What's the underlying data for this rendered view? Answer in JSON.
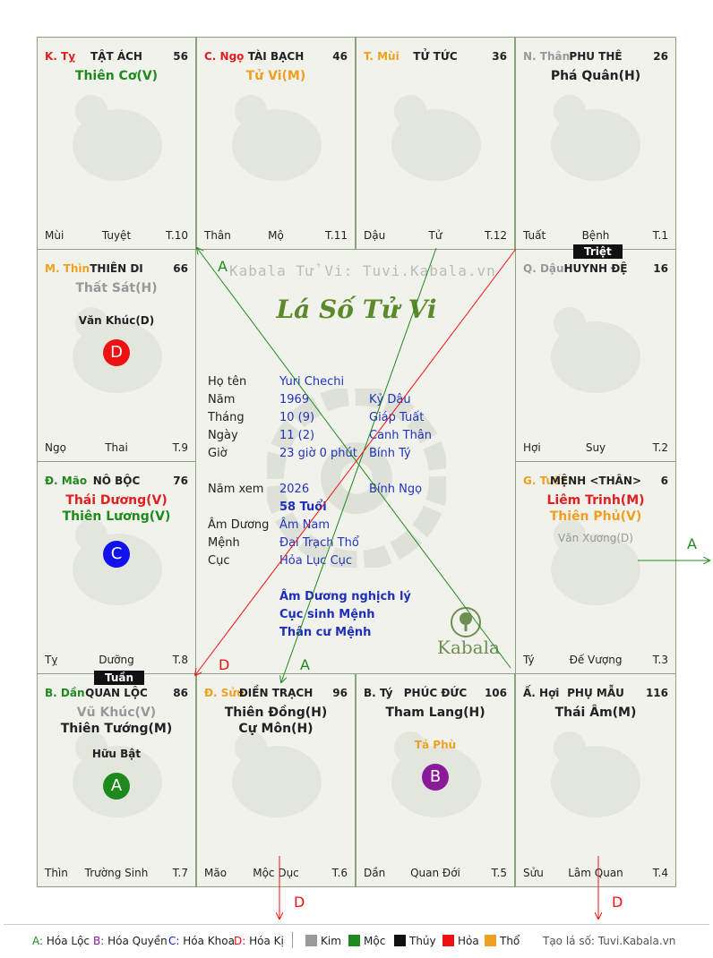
{
  "palaces": [
    {
      "id": "ty",
      "brief": "K. Tỵ",
      "brief_color": "#e02020",
      "name": "TẬT ÁCH",
      "age": "56",
      "stars": [
        {
          "t": "Thiên Cơ(V)",
          "c": "#1e8a1e"
        }
      ],
      "foot": [
        "Mùi",
        "Tuyệt",
        "T.10"
      ]
    },
    {
      "id": "ngo",
      "brief": "C. Ngọ",
      "brief_color": "#e02020",
      "name": "TÀI BẠCH",
      "age": "46",
      "stars": [
        {
          "t": "Tử Vi(M)",
          "c": "#f0a020"
        }
      ],
      "foot": [
        "Thân",
        "Mộ",
        "T.11"
      ]
    },
    {
      "id": "mui",
      "brief": "T. Mùi",
      "brief_color": "#f0a020",
      "name": "TỬ TỨC",
      "age": "36",
      "stars": [],
      "foot": [
        "Dậu",
        "Tử",
        "T.12"
      ]
    },
    {
      "id": "than",
      "brief": "N. Thân",
      "brief_color": "#999999",
      "name": "PHU THÊ",
      "age": "26",
      "stars": [
        {
          "t": "Phá Quân(H)",
          "c": "#222222"
        }
      ],
      "foot": [
        "Tuất",
        "Bệnh",
        "T.1"
      ]
    },
    {
      "id": "thin",
      "brief": "M. Thìn",
      "brief_color": "#f0a020",
      "name": "THIÊN DI",
      "age": "66",
      "stars": [
        {
          "t": "Thất Sát(H)",
          "c": "#999999"
        }
      ],
      "minor": "Văn Khúc(D)",
      "minor_color": "#222222",
      "badge": {
        "t": "D",
        "c": "#ee1111"
      },
      "foot": [
        "Ngọ",
        "Thai",
        "T.9"
      ]
    },
    {
      "id": "dau",
      "brief": "Q. Dậu",
      "brief_color": "#999999",
      "name": "HUYNH ĐỆ",
      "age": "16",
      "stars": [],
      "foot": [
        "Hợi",
        "Suy",
        "T.2"
      ]
    },
    {
      "id": "mao",
      "brief": "Đ. Mão",
      "brief_color": "#1e8a1e",
      "name": "NÔ BỘC",
      "age": "76",
      "stars": [
        {
          "t": "Thái Dương(V)",
          "c": "#e02020"
        },
        {
          "t": "Thiên Lương(V)",
          "c": "#1e8a1e"
        }
      ],
      "badge": {
        "t": "C",
        "c": "#1111ee"
      },
      "foot": [
        "Tỵ",
        "Dưỡng",
        "T.8"
      ]
    },
    {
      "id": "tuat",
      "brief": "G. Tuất",
      "brief_color": "#f0a020",
      "name": "MỆNH <THÂN>",
      "age": "6",
      "stars": [
        {
          "t": "Liêm Trinh(M)",
          "c": "#e02020"
        },
        {
          "t": "Thiên Phủ(V)",
          "c": "#f0a020"
        }
      ],
      "minor_light": "Văn Xương(D)",
      "foot": [
        "Tý",
        "Đế Vượng",
        "T.3"
      ]
    },
    {
      "id": "dan",
      "brief": "B. Dần",
      "brief_color": "#1e8a1e",
      "name": "QUAN LỘC",
      "age": "86",
      "stars": [
        {
          "t": "Vũ Khúc(V)",
          "c": "#999999"
        },
        {
          "t": "Thiên Tướng(M)",
          "c": "#222222"
        }
      ],
      "minor": "Hữu Bật",
      "minor_color": "#222222",
      "badge": {
        "t": "A",
        "c": "#1e8a1e"
      },
      "foot": [
        "Thìn",
        "Trường Sinh",
        "T.7"
      ]
    },
    {
      "id": "suu",
      "brief": "Đ. Sửu",
      "brief_color": "#f0a020",
      "name": "ĐIỀN TRẠCH",
      "age": "96",
      "stars": [
        {
          "t": "Thiên Đồng(H)",
          "c": "#222222"
        },
        {
          "t": "Cự Môn(H)",
          "c": "#222222"
        }
      ],
      "foot": [
        "Mão",
        "Mộc Dục",
        "T.6"
      ]
    },
    {
      "id": "tyrat",
      "brief": "B. Tý",
      "brief_color": "#222222",
      "name": "PHÚC ĐỨC",
      "age": "106",
      "stars": [
        {
          "t": "Tham Lang(H)",
          "c": "#222222"
        }
      ],
      "minor": "Tả Phù",
      "minor_color": "#f0a020",
      "badge": {
        "t": "B",
        "c": "#8a1a9a"
      },
      "foot": [
        "Dần",
        "Quan Đới",
        "T.5"
      ]
    },
    {
      "id": "hoi",
      "brief": "Ấ. Hợi",
      "brief_color": "#222222",
      "name": "PHỤ MẪU",
      "age": "116",
      "stars": [
        {
          "t": "Thái Âm(M)",
          "c": "#222222"
        }
      ],
      "foot": [
        "Sửu",
        "Lâm Quan",
        "T.4"
      ]
    }
  ],
  "tags": {
    "triet": "Triệt",
    "tuan": "Tuần"
  },
  "center": {
    "watermark": "Kabala Tử Vi: Tuvi.Kabala.vn",
    "title": "Lá Số Tử Vi",
    "rows": [
      {
        "label": "Họ tên",
        "v1": "Yuri Chechi",
        "v2": ""
      },
      {
        "label": "Năm",
        "v1": "1969",
        "v2": "Kỷ Dậu"
      },
      {
        "label": "Tháng",
        "v1": "10 (9)",
        "v2": "Giáp Tuất"
      },
      {
        "label": "Ngày",
        "v1": "11  (2)",
        "v2": "Canh Thân"
      },
      {
        "label": "Giờ",
        "v1": "23 giờ 0 phút",
        "v2": "Bính Tý"
      }
    ],
    "year_view": {
      "label": "Năm xem",
      "v1": "2026",
      "v2": "Bính Ngọ"
    },
    "age": "58 Tuổi",
    "rows2": [
      {
        "label": "Âm Dương",
        "v1": "Âm Nam"
      },
      {
        "label": "Mệnh",
        "v1": "Đại Trạch Thổ"
      },
      {
        "label": "Cục",
        "v1": "Hỏa Lục Cục"
      }
    ],
    "notes": [
      "Âm Dương nghịch lý",
      "Cục sinh Mệnh",
      "Thân cư Mệnh"
    ],
    "logo": "Kabala"
  },
  "arrow_labels": {
    "a": "A",
    "d": "D"
  },
  "legend": {
    "items": [
      {
        "t": "A: Hóa Lộc",
        "c": "#1e8a1e"
      },
      {
        "t": "B: Hóa Quyền",
        "c": "#8a1a9a"
      },
      {
        "t": "C: Hóa Khoa",
        "c": "#1111ee"
      },
      {
        "t": "D: Hóa Kị",
        "c": "#ee1111"
      }
    ],
    "elements": [
      {
        "t": "Kim",
        "c": "#999999"
      },
      {
        "t": "Mộc",
        "c": "#1e8a1e"
      },
      {
        "t": "Thủy",
        "c": "#111111"
      },
      {
        "t": "Hỏa",
        "c": "#ee1111"
      },
      {
        "t": "Thổ",
        "c": "#f0a020"
      }
    ],
    "credit": "Tạo lá số: Tuvi.Kabala.vn"
  }
}
